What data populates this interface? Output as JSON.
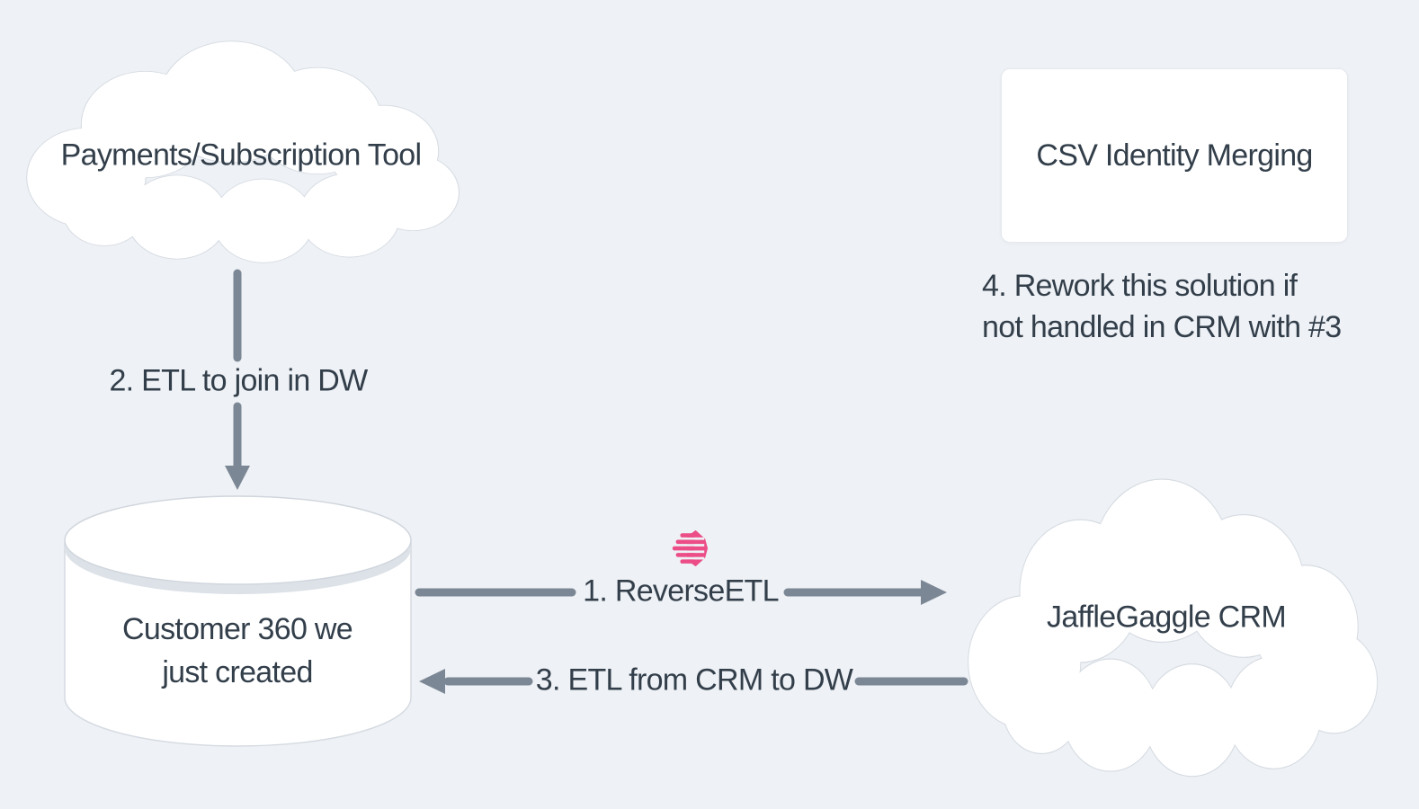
{
  "diagram": {
    "background_color": "#eef1f5",
    "colors": {
      "arrow": "#7b8794",
      "text": "#323e4a",
      "shape_fill": "#ffffff",
      "shape_border": "#d5dbe2",
      "accent_pink": "#ec4d87"
    },
    "nodes": {
      "payments_cloud": {
        "type": "cloud",
        "label": "Payments/Subscription Tool"
      },
      "csv_box": {
        "type": "rounded-rect",
        "label": "CSV Identity Merging"
      },
      "warehouse_db": {
        "type": "cylinder",
        "line1": "Customer 360 we",
        "line2": "just created"
      },
      "crm_cloud": {
        "type": "cloud",
        "label": "JaffleGaggle CRM"
      }
    },
    "edges": {
      "etl_join": {
        "label": "2. ETL to join in DW",
        "direction": "down"
      },
      "reverse_etl": {
        "label": "1. ReverseETL",
        "direction": "right"
      },
      "etl_from_crm": {
        "label": "3. ETL from CRM to DW",
        "direction": "left"
      }
    },
    "notes": {
      "rework": {
        "line1": "4. Rework this solution if",
        "line2": "not handled in CRM with #3"
      }
    },
    "icons": {
      "reverse_etl_logo": "speed-arrow-right-icon"
    }
  }
}
